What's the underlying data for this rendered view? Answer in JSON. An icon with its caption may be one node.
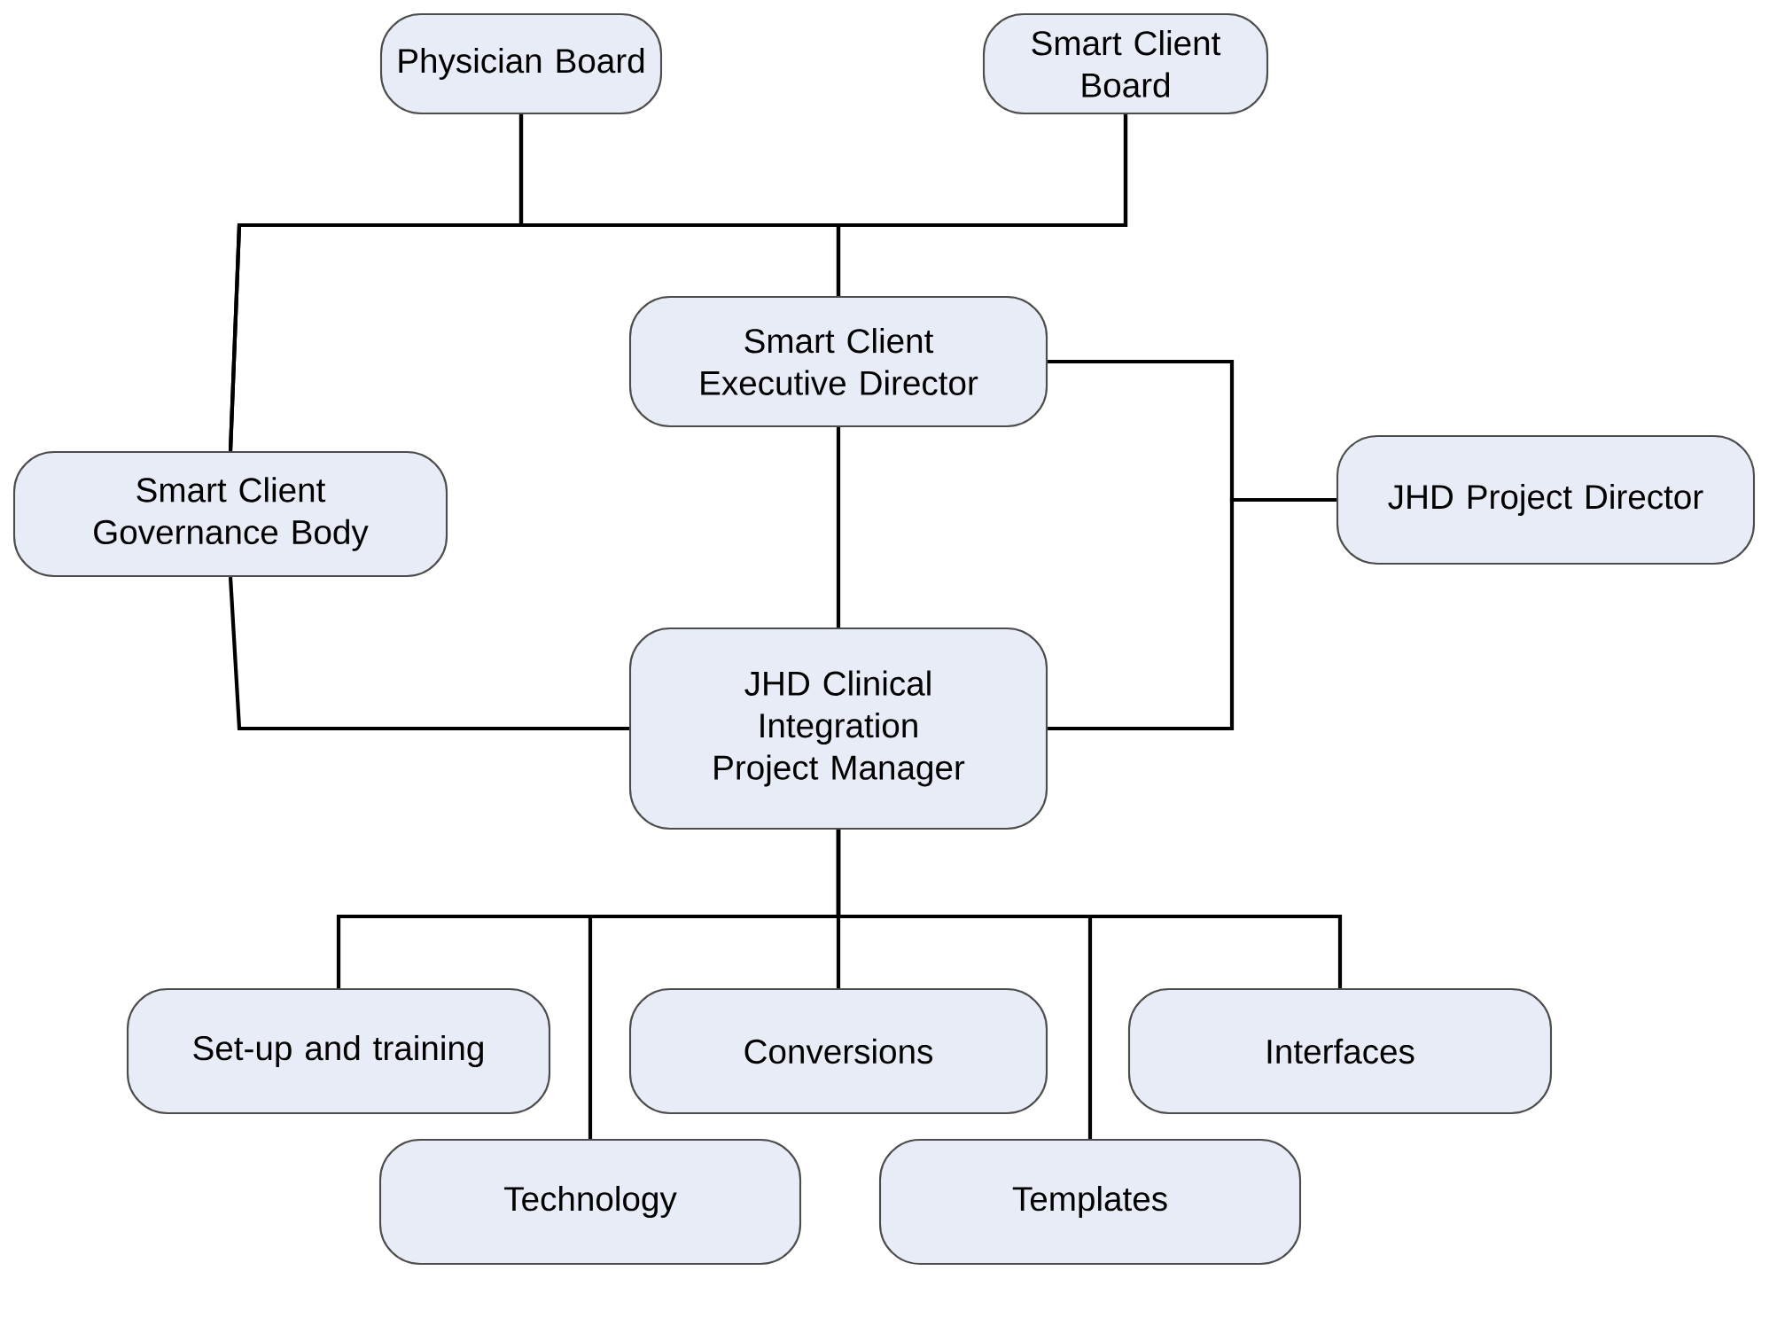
{
  "diagram": {
    "nodes": [
      {
        "text": [
          "Physician  Board"
        ]
      },
      {
        "text": [
          "Smart Client  Board"
        ]
      },
      {
        "text": [
          "Smart Client Executive Director"
        ]
      },
      {
        "text": [
          "Smart Client Governance Body"
        ]
      },
      {
        "text": [
          "JHD Project Director"
        ]
      },
      {
        "text": [
          "JHD Clinical Integration Project Manager"
        ]
      },
      {
        "text": [
          "Set-up and training"
        ]
      },
      {
        "text": [
          "Conversions"
        ]
      },
      {
        "text": [
          "Interfaces"
        ]
      },
      {
        "text": [
          "Technology"
        ]
      },
      {
        "text": [
          "Templates"
        ]
      }
    ],
    "edges": [
      {
        "from": 0,
        "to": 2,
        "arrow": "none"
      },
      {
        "from": 1,
        "to": 2,
        "arrow": "none"
      },
      {
        "from": 0,
        "to": 3,
        "arrow": "none"
      },
      {
        "from": 1,
        "to": 3,
        "arrow": "none"
      },
      {
        "from": 2,
        "to": 5,
        "arrow": "none"
      },
      {
        "from": 3,
        "to": 5,
        "arrow": "none"
      },
      {
        "from": 2,
        "to": 4,
        "arrow": "none"
      },
      {
        "from": 4,
        "to": 5,
        "arrow": "none"
      },
      {
        "from": 5,
        "to": 6,
        "arrow": "none"
      },
      {
        "from": 5,
        "to": 7,
        "arrow": "none"
      },
      {
        "from": 5,
        "to": 8,
        "arrow": "none"
      },
      {
        "from": 5,
        "to": 9,
        "arrow": "none"
      },
      {
        "from": 5,
        "to": 10,
        "arrow": "none"
      }
    ]
  }
}
